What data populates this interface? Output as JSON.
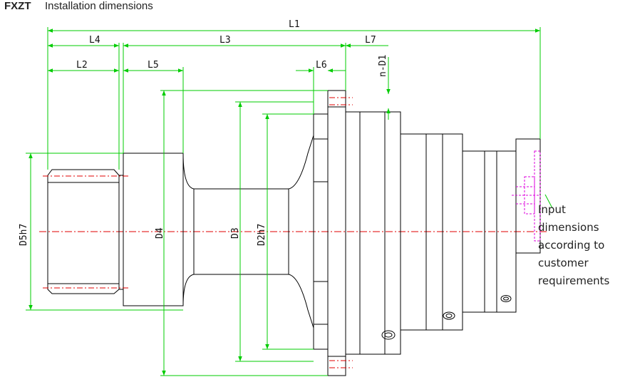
{
  "header": {
    "model": "FXZT",
    "title": "Installation dimensions"
  },
  "dimensions": {
    "L1": "L1",
    "L2": "L2",
    "L3": "L3",
    "L4": "L4",
    "L5": "L5",
    "L6": "L6",
    "L7": "L7",
    "nD1": "n-D1",
    "D2": "D2h7",
    "D3": "D3",
    "D4": "D4",
    "D5": "D5h7"
  },
  "note": {
    "lines": [
      "Input dimensions",
      "according to",
      "customer",
      "requirements"
    ]
  },
  "colors": {
    "outline": "#000000",
    "dimension": "#00cc00",
    "centerline": "#e00000",
    "input_flange": "#dd00dd"
  }
}
